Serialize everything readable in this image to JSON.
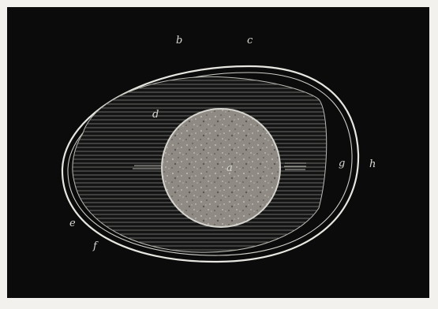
{
  "figure": {
    "labels": {
      "a": "a",
      "b": "b",
      "c": "c",
      "d": "d",
      "e": "e",
      "f": "f",
      "g": "g",
      "h": "h"
    },
    "colors": {
      "background": "#0b0b0b",
      "border": "#f2f1ee",
      "shell": "#e7e6e1",
      "white_fill": "#141414",
      "hatch": "#8b8b86",
      "yolk_light": "#b9b6ad",
      "yolk_mid": "#8f8b84",
      "yolk_dark": "#5b5954"
    }
  }
}
